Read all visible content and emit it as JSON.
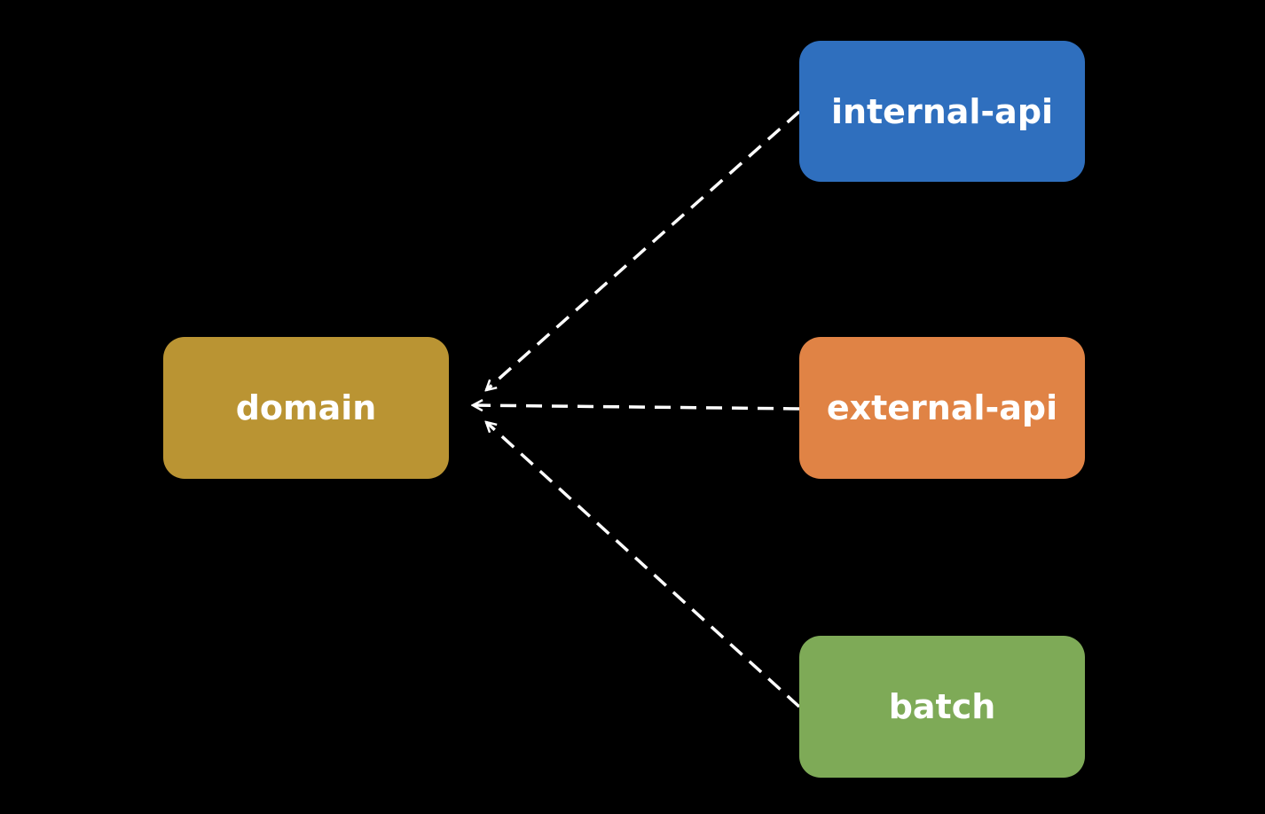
{
  "nodes": {
    "domain": {
      "label": "domain",
      "color": "#BA9433"
    },
    "internal_api": {
      "label": "internal-api",
      "color": "#2F6FBE"
    },
    "external_api": {
      "label": "external-api",
      "color": "#E08345"
    },
    "batch": {
      "label": "batch",
      "color": "#7EAA57"
    }
  },
  "edges": [
    {
      "from": "internal_api",
      "to": "domain",
      "style": "dashed",
      "color": "#FFFFFF"
    },
    {
      "from": "external_api",
      "to": "domain",
      "style": "dashed",
      "color": "#FFFFFF"
    },
    {
      "from": "batch",
      "to": "domain",
      "style": "dashed",
      "color": "#FFFFFF"
    }
  ],
  "background": "#000000"
}
